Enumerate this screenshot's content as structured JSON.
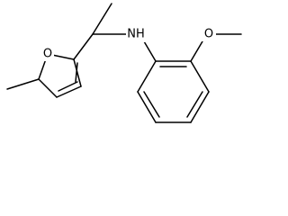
{
  "molecule": {
    "atoms": {
      "ring_oxygen": "O",
      "amine": "NH",
      "methoxy_oxygen": "O"
    }
  },
  "colors": {
    "bond": "#000000",
    "background": "#ffffff",
    "label": "#000000"
  }
}
